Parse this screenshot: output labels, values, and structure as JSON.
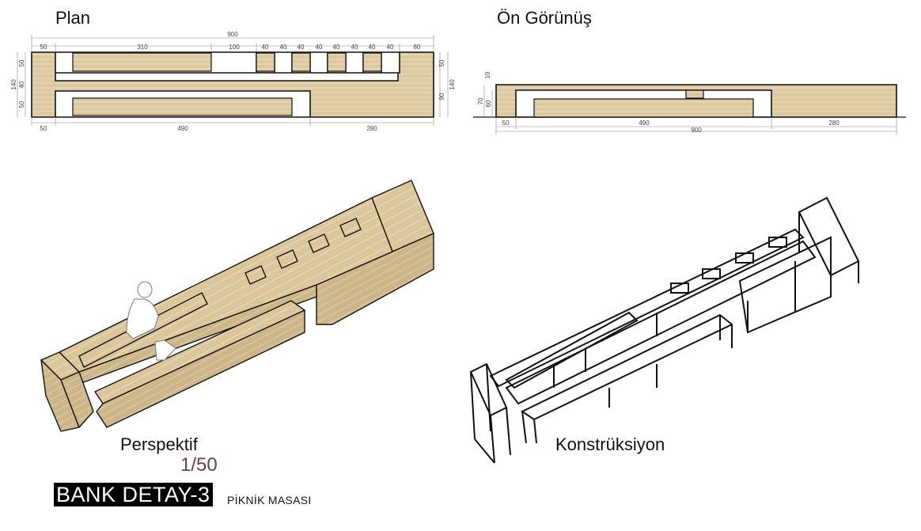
{
  "views": {
    "plan": {
      "title": "Plan",
      "dims_top": [
        "900",
        "50",
        "310",
        "100",
        "40",
        "40",
        "40",
        "40",
        "40",
        "40",
        "40",
        "40",
        "80"
      ],
      "dims_bottom": [
        "50",
        "490",
        "280"
      ],
      "dims_left": [
        "140",
        "50",
        "40",
        "50"
      ],
      "dims_right": [
        "50",
        "140",
        "90"
      ]
    },
    "front": {
      "title": "Ön Görünüş",
      "dims_left": [
        "10",
        "70",
        "60"
      ],
      "dims_bottom": [
        "50",
        "490",
        "280",
        "900"
      ]
    },
    "perspective": {
      "title": "Perspektif"
    },
    "construction": {
      "title": "Konstrüksiyon"
    }
  },
  "scale": "1/50",
  "sheet_title": "BANK DETAY-3",
  "sheet_subtitle": "PİKNİK MASASI",
  "colors": {
    "wood": "#ddc9a0",
    "line": "#111111",
    "wood_grain": "#f2e6cc"
  }
}
